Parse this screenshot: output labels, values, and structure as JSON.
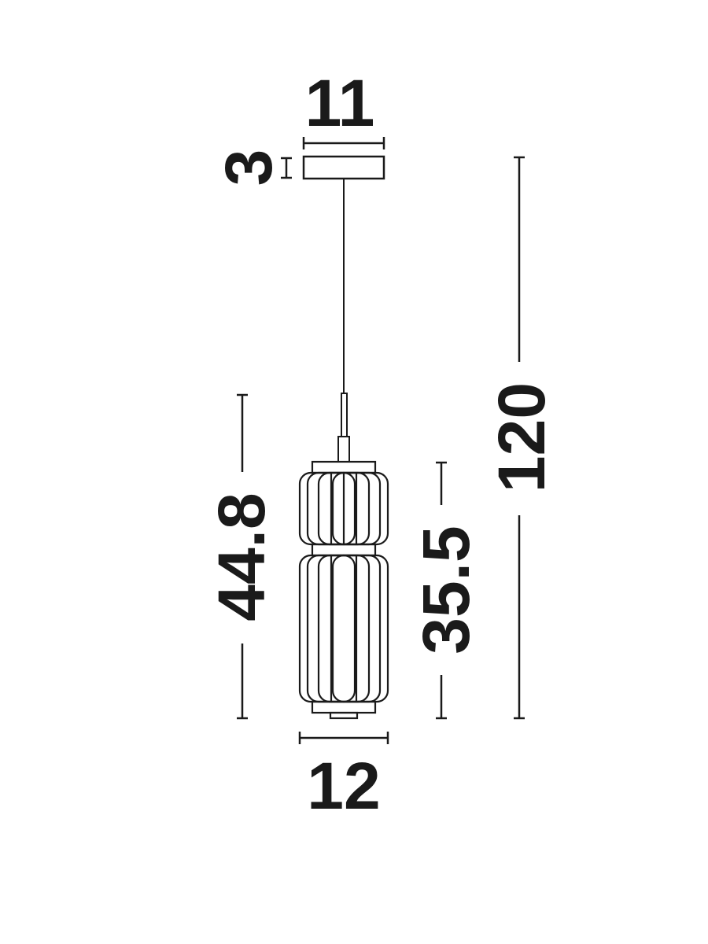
{
  "dimensions": {
    "canopy_width": "11",
    "canopy_height": "3",
    "total_height": "120",
    "lamp_height_with_stem": "44.8",
    "shade_height": "35.5",
    "shade_width": "12"
  },
  "colors": {
    "line": "#1a1a1a",
    "background": "#ffffff"
  }
}
